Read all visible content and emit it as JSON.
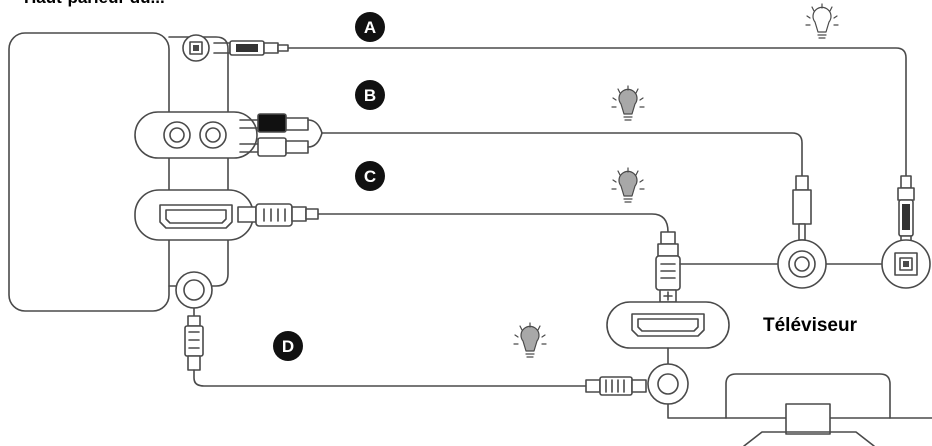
{
  "title_partial": "Haut-parleur du...",
  "labels": {
    "a": "A",
    "b": "B",
    "c": "C",
    "d": "D"
  },
  "tv_label": "Téléviseur",
  "colors": {
    "line": "#4a4a4a",
    "badge": "#111111",
    "bulb_lit": "#a8a8a8",
    "bulb_off": "#ffffff"
  },
  "icons": [
    "optical-plug-icon",
    "rca-plug-icon",
    "hdmi-plug-icon",
    "coax-plug-icon",
    "bulb-icon"
  ]
}
